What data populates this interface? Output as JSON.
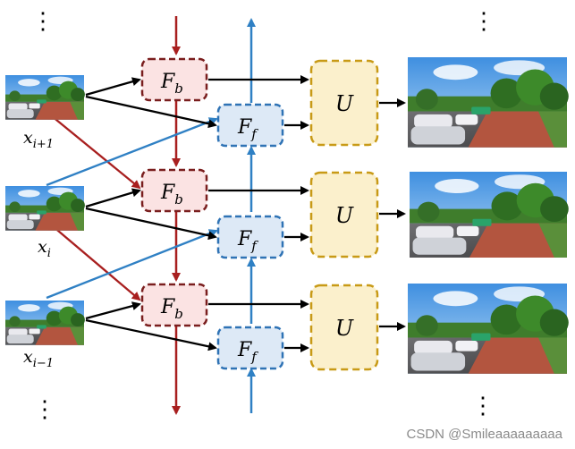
{
  "diagram": {
    "inputs": [
      {
        "label_base": "x",
        "label_sub": "i+1"
      },
      {
        "label_base": "x",
        "label_sub": "i"
      },
      {
        "label_base": "x",
        "label_sub": "i−1"
      }
    ],
    "backward_block": {
      "base": "F",
      "sub": "b"
    },
    "forward_block": {
      "base": "F",
      "sub": "f"
    },
    "upsample_block": {
      "label": "U"
    },
    "ellipsis": "⋮",
    "colors": {
      "backward_fill": "#fbe3e3",
      "backward_border": "#7a1e1e",
      "backward_arrow": "#a81f1f",
      "forward_fill": "#dde9f6",
      "forward_border": "#2f73b5",
      "forward_arrow": "#2f80c4",
      "upsample_fill": "#fbf0cc",
      "upsample_border": "#c89a16",
      "flow_arrow": "#000000"
    },
    "thumbnails": {
      "input": "street scene photo (low resolution)",
      "output": "street scene photo (high resolution)"
    }
  },
  "watermark": "CSDN @Smileaaaaaaaaa"
}
